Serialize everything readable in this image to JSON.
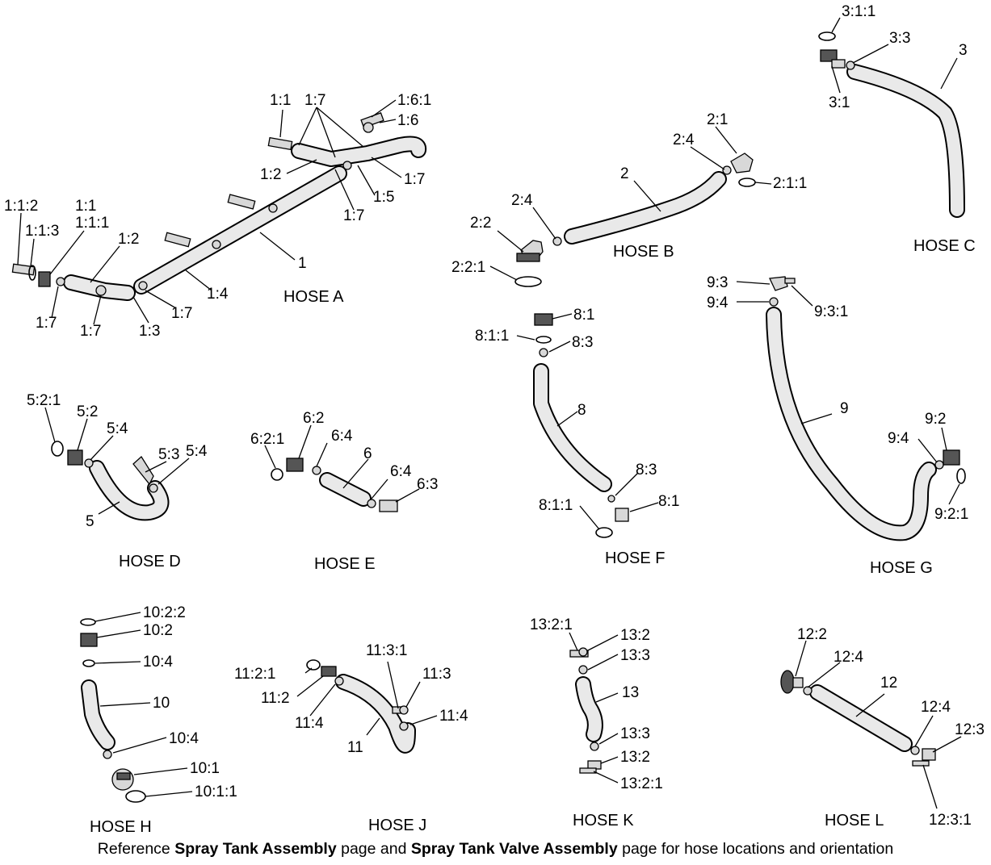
{
  "labels": {
    "l_1_6_1": "1:6:1",
    "l_1_1_top": "1:1",
    "l_1_7_top": "1:7",
    "l_1_6": "1:6",
    "l_1_2_mid": "1:2",
    "l_1_7_right": "1:7",
    "l_1_5": "1:5",
    "l_1_7_lower": "1:7",
    "l_1": "1",
    "l_1_1_2": "1:1:2",
    "l_1_1_left": "1:1",
    "l_1_1_1": "1:1:1",
    "l_1_1_3": "1:1:3",
    "l_1_2_left": "1:2",
    "l_1_4": "1:4",
    "l_1_7_a": "1:7",
    "l_1_7_b": "1:7",
    "l_1_3": "1:3",
    "l_1_7_c": "1:7",
    "l_2_1": "2:1",
    "l_2_4_top": "2:4",
    "l_2": "2",
    "l_2_1_1": "2:1:1",
    "l_2_4_left": "2:4",
    "l_2_2": "2:2",
    "l_2_2_1": "2:2:1",
    "l_3_1_1": "3:1:1",
    "l_3_3": "3:3",
    "l_3": "3",
    "l_3_1": "3:1",
    "l_5_2_1": "5:2:1",
    "l_5_2": "5:2",
    "l_5_4_a": "5:4",
    "l_5_3": "5:3",
    "l_5_4_b": "5:4",
    "l_5": "5",
    "l_6_2": "6:2",
    "l_6_2_1": "6:2:1",
    "l_6_4_a": "6:4",
    "l_6": "6",
    "l_6_4_b": "6:4",
    "l_6_3": "6:3",
    "l_8_1_top": "8:1",
    "l_8_1_1_top": "8:1:1",
    "l_8_3_top": "8:3",
    "l_8": "8",
    "l_8_3_bot": "8:3",
    "l_8_1_bot": "8:1",
    "l_8_1_1_bot": "8:1:1",
    "l_9_3": "9:3",
    "l_9_4_top": "9:4",
    "l_9_3_1": "9:3:1",
    "l_9": "9",
    "l_9_2": "9:2",
    "l_9_4_bot": "9:4",
    "l_9_2_1": "9:2:1",
    "l_10_2_2": "10:2:2",
    "l_10_2": "10:2",
    "l_10_4_top": "10:4",
    "l_10": "10",
    "l_10_4_bot": "10:4",
    "l_10_1": "10:1",
    "l_10_1_1": "10:1:1",
    "l_11_3_1": "11:3:1",
    "l_11_3": "11:3",
    "l_11_2_1": "11:2:1",
    "l_11_2": "11:2",
    "l_11_4_a": "11:4",
    "l_11_4_b": "11:4",
    "l_11": "11",
    "l_13_2_1_top": "13:2:1",
    "l_13_2_top": "13:2",
    "l_13_3_top": "13:3",
    "l_13": "13",
    "l_13_3_bot": "13:3",
    "l_13_2_bot": "13:2",
    "l_13_2_1_bot": "13:2:1",
    "l_12_2": "12:2",
    "l_12_4_a": "12:4",
    "l_12": "12",
    "l_12_4_b": "12:4",
    "l_12_3": "12:3",
    "l_12_3_1": "12:3:1"
  },
  "titles": {
    "hose_a": "HOSE A",
    "hose_b": "HOSE B",
    "hose_c": "HOSE C",
    "hose_d": "HOSE D",
    "hose_e": "HOSE E",
    "hose_f": "HOSE F",
    "hose_g": "HOSE G",
    "hose_h": "HOSE H",
    "hose_j": "HOSE J",
    "hose_k": "HOSE K",
    "hose_l": "HOSE L"
  },
  "footer": {
    "prefix": "Reference ",
    "bold1": "Spray Tank Assembly",
    "middle": " page and ",
    "bold2": "Spray Tank Valve Assembly",
    "suffix": " page for hose locations and orientation"
  }
}
